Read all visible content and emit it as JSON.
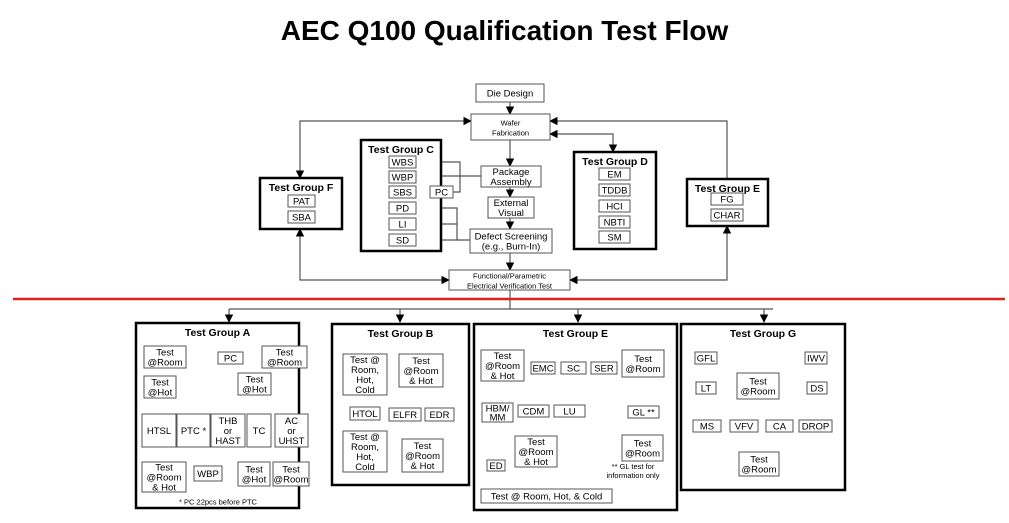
{
  "title": "AEC Q100 Qualification Test Flow",
  "colors": {
    "divider": "#e02020",
    "group_border": "#000000",
    "box_border": "#555555"
  },
  "top": {
    "die_design": "Die Design",
    "wafer_fab": [
      "Wafer",
      "Fabrication"
    ],
    "package_assembly": [
      "Package",
      "Assembly"
    ],
    "pc": "PC",
    "external_visual": [
      "External",
      "Visual"
    ],
    "defect_screening": [
      "Defect Screening",
      "(e.g., Burn-In)"
    ],
    "functional_test": [
      "Functional/Parametric",
      "Electrical Verification Test"
    ],
    "group_c": {
      "title": "Test Group C",
      "items": [
        "WBS",
        "WBP",
        "SBS",
        "PD",
        "LI",
        "SD"
      ]
    },
    "group_d": {
      "title": "Test Group D",
      "items": [
        "EM",
        "TDDB",
        "HCI",
        "NBTI",
        "SM"
      ]
    },
    "group_f": {
      "title": "Test Group F",
      "items": [
        "PAT",
        "SBA"
      ]
    },
    "group_e_top": {
      "title": "Test Group E",
      "items": [
        "FG",
        "CHAR"
      ]
    }
  },
  "group_a": {
    "title": "Test Group A",
    "test_room_1": [
      "Test",
      "@Room"
    ],
    "pc": "PC",
    "test_room_2": [
      "Test",
      "@Room"
    ],
    "test_hot_1": [
      "Test",
      "@Hot"
    ],
    "test_hot_2": [
      "Test",
      "@Hot"
    ],
    "htsl": "HTSL",
    "ptc": "PTC *",
    "thb": [
      "THB",
      "or",
      "HAST"
    ],
    "tc": "TC",
    "ac": [
      "AC",
      "or",
      "UHST"
    ],
    "test_room_hot": [
      "Test",
      "@Room",
      "& Hot"
    ],
    "wbp": "WBP",
    "test_hot_3": [
      "Test",
      "@Hot"
    ],
    "test_room_3": [
      "Test",
      "@Room"
    ],
    "footnote": "* PC 22pcs before PTC"
  },
  "group_b": {
    "title": "Test Group B",
    "test_rhc_1": [
      "Test @",
      "Room,",
      "Hot,",
      "Cold"
    ],
    "test_rh_1": [
      "Test",
      "@Room",
      "& Hot"
    ],
    "htol": "HTOL",
    "elfr": "ELFR",
    "edr": "EDR",
    "test_rhc_2": [
      "Test @",
      "Room,",
      "Hot,",
      "Cold"
    ],
    "test_rh_2": [
      "Test",
      "@Room",
      "& Hot"
    ]
  },
  "group_e": {
    "title": "Test Group E",
    "test_rh_1": [
      "Test",
      "@Room",
      "& Hot"
    ],
    "emc": "EMC",
    "sc": "SC",
    "ser": "SER",
    "test_room_1": [
      "Test",
      "@Room"
    ],
    "hbm": [
      "HBM/",
      "MM"
    ],
    "cdm": "CDM",
    "lu": "LU",
    "gl": "GL **",
    "test_rh_2": [
      "Test",
      "@Room",
      "& Hot"
    ],
    "test_room_2": [
      "Test",
      "@Room"
    ],
    "ed": "ED",
    "test_rhc": "Test @ Room, Hot, & Cold",
    "footnote": [
      "** GL test for",
      "information only"
    ]
  },
  "group_g": {
    "title": "Test Group G",
    "gfl": "GFL",
    "iwv": "IWV",
    "lt": "LT",
    "ds": "DS",
    "test_room_1": [
      "Test",
      "@Room"
    ],
    "ms": "MS",
    "vfv": "VFV",
    "ca": "CA",
    "drop": "DROP",
    "test_room_2": [
      "Test",
      "@Room"
    ]
  }
}
